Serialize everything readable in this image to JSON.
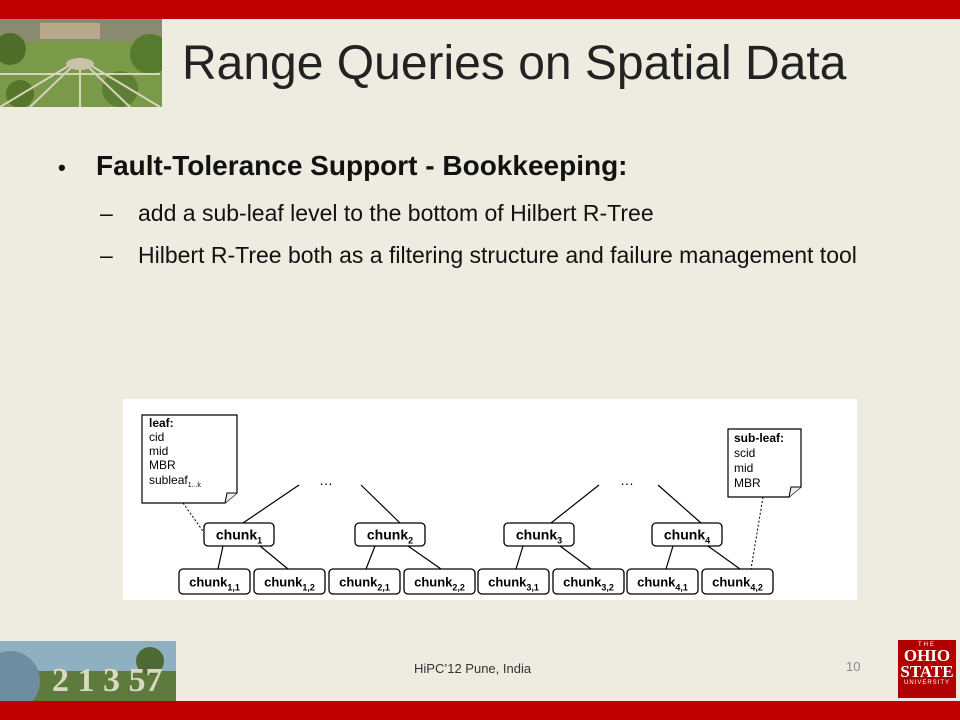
{
  "slide": {
    "title": "Range Queries on Spatial Data",
    "bullet": "Fault-Tolerance Support - Bookkeeping:",
    "sub_bullets": [
      "add a sub-leaf level to the bottom of Hilbert R-Tree",
      "Hilbert R-Tree both as a filtering structure and failure management tool"
    ],
    "dash": "–",
    "footer": "HiPC’12 Pune, India",
    "page_number": "10",
    "logo": {
      "line1": "THE",
      "line2": "OHIO",
      "line3": "STATE",
      "line4": "UNIVERSITY"
    },
    "banner_digits": "2 1 3 57"
  },
  "diagram": {
    "ellipses": [
      "…",
      "…"
    ],
    "leaf_note": {
      "title": "leaf:",
      "fields": [
        "cid",
        "mid",
        "MBR",
        "subleaf"
      ],
      "last_sub": "1...k"
    },
    "subleaf_note": {
      "title": "sub-leaf:",
      "fields": [
        "scid",
        "mid",
        "MBR"
      ]
    },
    "chunks": [
      {
        "base": "chunk",
        "sub": "1"
      },
      {
        "base": "chunk",
        "sub": "2"
      },
      {
        "base": "chunk",
        "sub": "3"
      },
      {
        "base": "chunk",
        "sub": "4"
      }
    ],
    "subchunks": [
      {
        "base": "chunk",
        "sub": "1,1"
      },
      {
        "base": "chunk",
        "sub": "1,2"
      },
      {
        "base": "chunk",
        "sub": "2,1"
      },
      {
        "base": "chunk",
        "sub": "2,2"
      },
      {
        "base": "chunk",
        "sub": "3,1"
      },
      {
        "base": "chunk",
        "sub": "3,2"
      },
      {
        "base": "chunk",
        "sub": "4,1"
      },
      {
        "base": "chunk",
        "sub": "4,2"
      }
    ]
  }
}
